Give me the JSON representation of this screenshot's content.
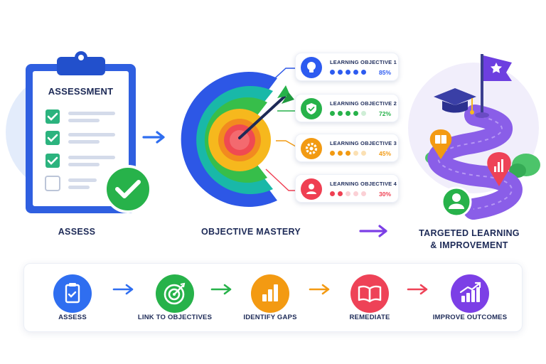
{
  "assessment": {
    "board_title": "ASSESSMENT",
    "label": "ASSESS"
  },
  "mastery": {
    "label": "OBJECTIVE MASTERY"
  },
  "objectives": [
    {
      "title": "LEARNING OBJECTIVE 1",
      "percent_text": "85%",
      "percent": 85,
      "color": "#2d5bf0",
      "dots_filled": 5,
      "icon": "lightbulb-icon"
    },
    {
      "title": "LEARNING OBJECTIVE 2",
      "percent_text": "72%",
      "percent": 72,
      "color": "#27b24a",
      "dots_filled": 4,
      "icon": "shield-check-icon"
    },
    {
      "title": "LEARNING OBJECTIVE 3",
      "percent_text": "45%",
      "percent": 45,
      "color": "#f29a12",
      "dots_filled": 3,
      "icon": "gear-icon"
    },
    {
      "title": "LEARNING OBJECTIVE 4",
      "percent_text": "30%",
      "percent": 30,
      "color": "#ef3f52",
      "dots_filled": 2,
      "icon": "person-icon"
    }
  ],
  "targeted": {
    "label_line1": "TARGETED LEARNING",
    "label_line2": "& IMPROVEMENT"
  },
  "process": [
    {
      "label": "ASSESS",
      "color": "#2f6ef0",
      "icon": "clipboard-check-icon"
    },
    {
      "label": "LINK TO OBJECTIVES",
      "color": "#27b24a",
      "icon": "target-icon"
    },
    {
      "label": "IDENTIFY GAPS",
      "color": "#f39a12",
      "icon": "bar-chart-icon"
    },
    {
      "label": "REMEDIATE",
      "color": "#ee4257",
      "icon": "book-icon"
    },
    {
      "label": "IMPROVE OUTCOMES",
      "color": "#7c3fe6",
      "icon": "growth-chart-icon"
    }
  ],
  "colors": {
    "primary_blue": "#2f6ef0",
    "green": "#27b24a",
    "orange": "#f39a12",
    "red": "#ee4257",
    "purple": "#7c3fe6",
    "navy_text": "#1d2a57"
  }
}
